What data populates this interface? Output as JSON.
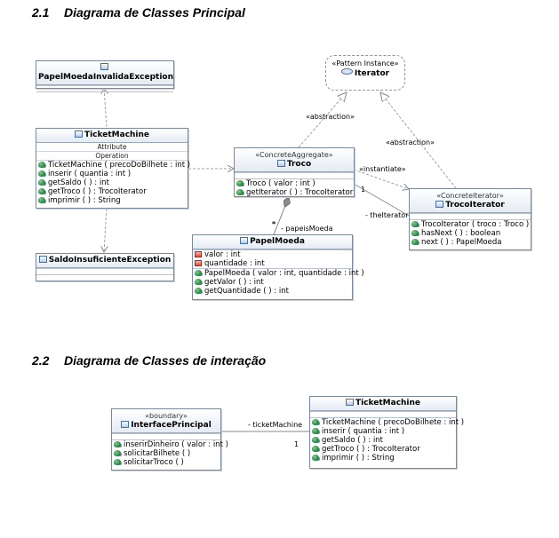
{
  "section1": {
    "number": "2.1",
    "title": "Diagrama de Classes Principal"
  },
  "section2": {
    "number": "2.2",
    "title": "Diagrama de Classes de interação"
  },
  "diagram1": {
    "papelMoedaInvalida": {
      "name": "PapelMoedaInvalidaException"
    },
    "saldoInsuficiente": {
      "name": "SaldoInsuficienteException"
    },
    "ticketMachine": {
      "name": "TicketMachine",
      "attribute_title": "Attribute",
      "operation_title": "Operation",
      "operations": [
        "TicketMachine ( precoDoBilhete : int )",
        "inserir ( quantia : int )",
        "getSaldo ( ) : int",
        "getTroco ( ) : TrocoIterator",
        "imprimir ( ) : String"
      ]
    },
    "iterator": {
      "stereotype": "«Pattern Instance»",
      "name": "Iterator"
    },
    "troco": {
      "stereotype": "«ConcreteAggregate»",
      "name": "Troco",
      "operations": [
        "Troco ( valor : int )",
        "getIterator ( ) : TrocoIterator"
      ]
    },
    "trocoIterator": {
      "stereotype": "«ConcreteIterator»",
      "name": "TrocoIterator",
      "operations": [
        "TrocoIterator ( troco : Troco )",
        "hasNext ( ) : boolean",
        "next ( ) : PapelMoeda"
      ]
    },
    "papelMoeda": {
      "name": "PapelMoeda",
      "attributes": [
        "valor : int",
        "quantidade : int"
      ],
      "operations": [
        "PapelMoeda ( valor : int, quantidade : int )",
        "getValor ( ) : int",
        "getQuantidade ( ) : int"
      ]
    },
    "labels": {
      "abstraction_left": "«abstraction»",
      "abstraction_right": "«abstraction»",
      "instantiate": "«instantiate»",
      "mult_one": "1",
      "the_iterator": "- theIterator",
      "mult_many": "*",
      "papeis_moeda": "- papeisMoeda"
    }
  },
  "diagram2": {
    "interfacePrincipal": {
      "stereotype": "«boundary»",
      "name": "InterfacePrincipal",
      "operations": [
        "inserirDinheiro ( valor : int )",
        "solicitarBilhete ( )",
        "solicitarTroco ( )"
      ]
    },
    "ticketMachine": {
      "name": "TicketMachine",
      "operations": [
        "TicketMachine ( precoDoBilhete : int )",
        "inserir ( quantia : int )",
        "getSaldo ( ) : int",
        "getTroco ( ) : TrocoIterator",
        "imprimir ( ) : String"
      ]
    },
    "labels": {
      "association": "- ticketMachine",
      "mult_one": "1"
    }
  }
}
